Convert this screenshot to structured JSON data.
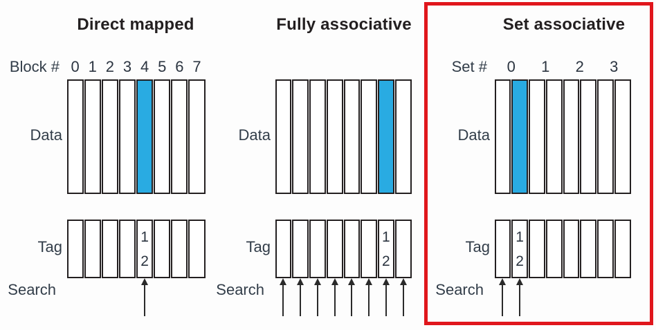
{
  "diagram": {
    "description": "Cache block placement schemes",
    "colors": {
      "highlight_blue": "#29abe2",
      "outline_red": "#e0161c",
      "line_dark": "#231f20"
    },
    "panels": [
      {
        "id": "direct-mapped",
        "title": "Direct mapped",
        "index_label": "Block #",
        "index_numbers": [
          "0",
          "1",
          "2",
          "3",
          "4",
          "5",
          "6",
          "7"
        ],
        "data_label": "Data",
        "tag_label": "Tag",
        "search_label": "Search",
        "columns": 8,
        "highlighted_data_column": 4,
        "tag_entries": {
          "column": 4,
          "values": [
            "1",
            "2"
          ]
        },
        "search_arrow_columns": [
          4
        ],
        "red_outline": false
      },
      {
        "id": "fully-associative",
        "title": "Fully associative",
        "index_label": "",
        "index_numbers": [],
        "data_label": "Data",
        "tag_label": "Tag",
        "search_label": "Search",
        "columns": 8,
        "highlighted_data_column": 6,
        "tag_entries": {
          "column": 6,
          "values": [
            "1",
            "2"
          ]
        },
        "search_arrow_columns": [
          0,
          1,
          2,
          3,
          4,
          5,
          6,
          7
        ],
        "red_outline": false
      },
      {
        "id": "set-associative",
        "title": "Set associative",
        "index_label": "Set #",
        "index_numbers": [
          "0",
          "1",
          "2",
          "3"
        ],
        "data_label": "Data",
        "tag_label": "Tag",
        "search_label": "Search",
        "columns": 8,
        "highlighted_data_column": 1,
        "tag_entries": {
          "column": 1,
          "values": [
            "1",
            "2"
          ]
        },
        "search_arrow_columns": [
          0,
          1
        ],
        "red_outline": true
      }
    ]
  }
}
